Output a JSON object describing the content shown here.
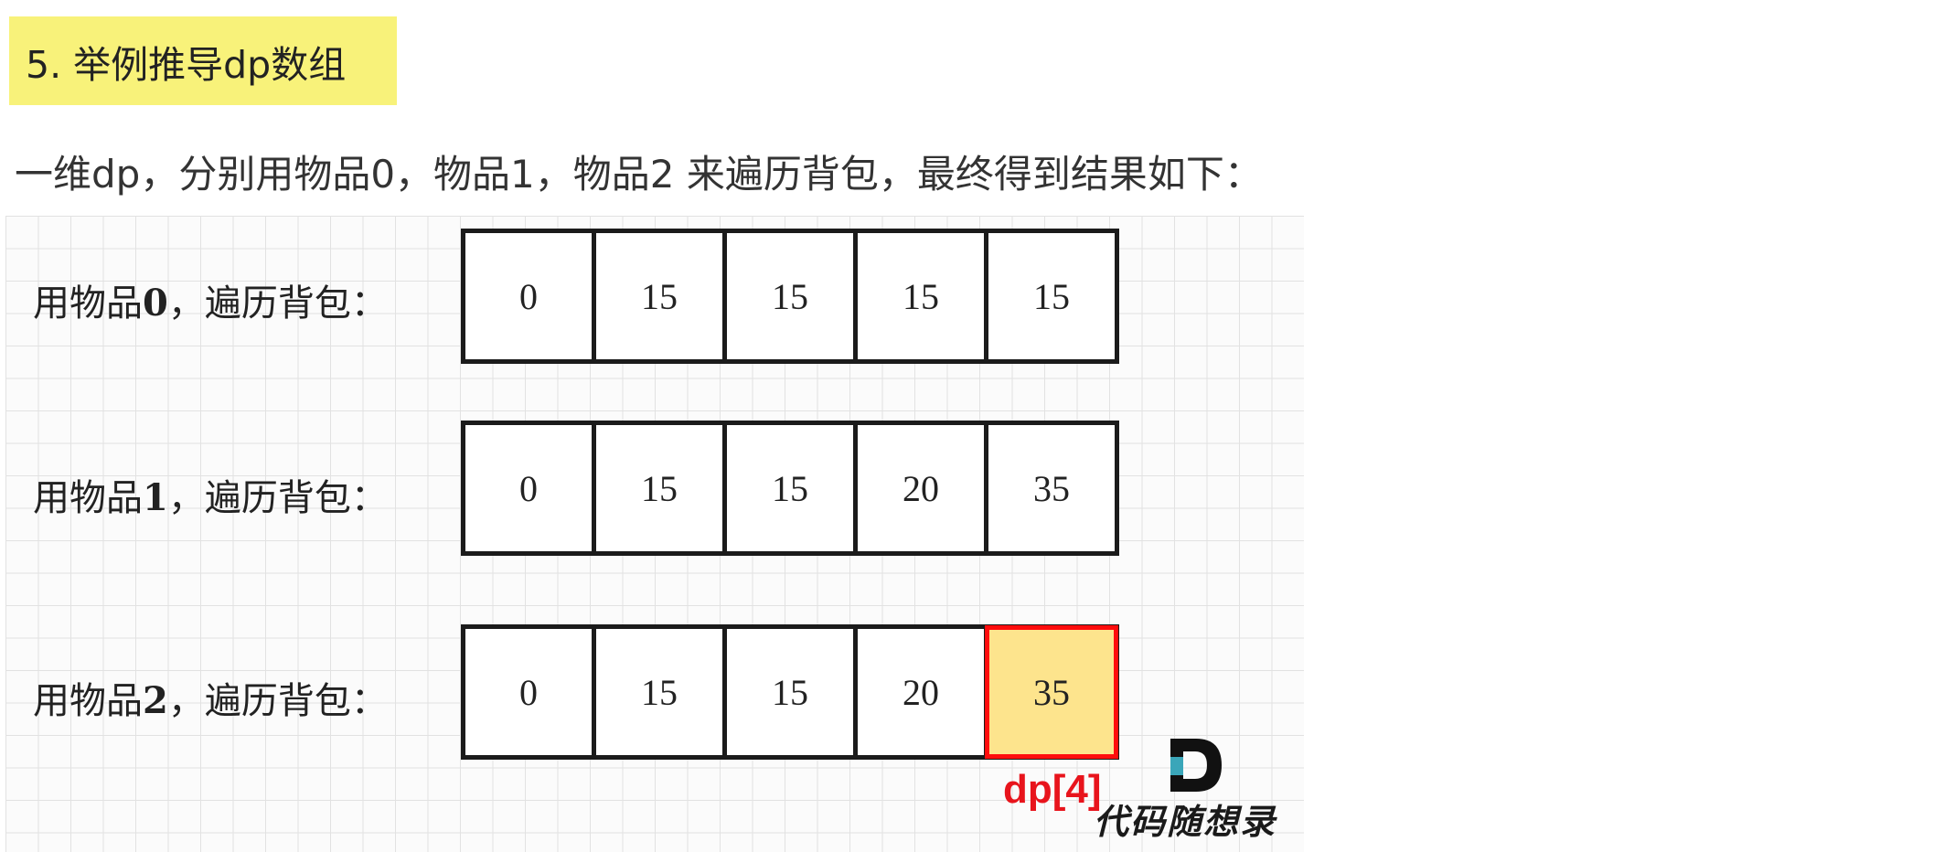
{
  "heading": "5. 举例推导dp数组",
  "intro": "一维dp，分别用物品0，物品1，物品2 来遍历背包，最终得到结果如下：",
  "figure": {
    "rows": [
      {
        "label_prefix": "用物品",
        "item": "0",
        "label_suffix": "，遍历背包：",
        "values": [
          "0",
          "15",
          "15",
          "15",
          "15"
        ]
      },
      {
        "label_prefix": "用物品",
        "item": "1",
        "label_suffix": "，遍历背包：",
        "values": [
          "0",
          "15",
          "15",
          "20",
          "35"
        ]
      },
      {
        "label_prefix": "用物品",
        "item": "2",
        "label_suffix": "，遍历背包：",
        "values": [
          "0",
          "15",
          "15",
          "20",
          "35"
        ]
      }
    ],
    "highlight": {
      "row": 2,
      "col": 4,
      "label": "dp[4]",
      "fill": "#fde48d",
      "border": "#ff0d0d",
      "label_color": "#e8141c"
    },
    "logo_text": "代码随想录"
  },
  "colors": {
    "heading_bg": "#f8f27a",
    "grid_line": "#e2e2e2",
    "cell_border": "#1b1b1b"
  }
}
